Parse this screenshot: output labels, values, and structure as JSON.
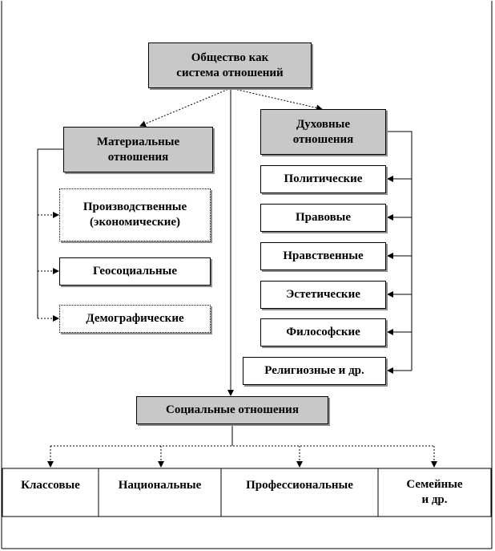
{
  "root": {
    "label": "Общество как\nсистема отношений"
  },
  "material": {
    "label": "Материальные\nотношения",
    "items": [
      "Производственные\n(экономические)",
      "Геосоциальные",
      "Демографические"
    ]
  },
  "spiritual": {
    "label": "Духовные\nотношения",
    "items": [
      "Политические",
      "Правовые",
      "Нравственные",
      "Эстетические",
      "Философские",
      "Религиозные и др."
    ]
  },
  "social": {
    "label": "Социальные отношения",
    "items": [
      "Классовые",
      "Национальные",
      "Профессиональные",
      "Семейные\nи др."
    ]
  }
}
